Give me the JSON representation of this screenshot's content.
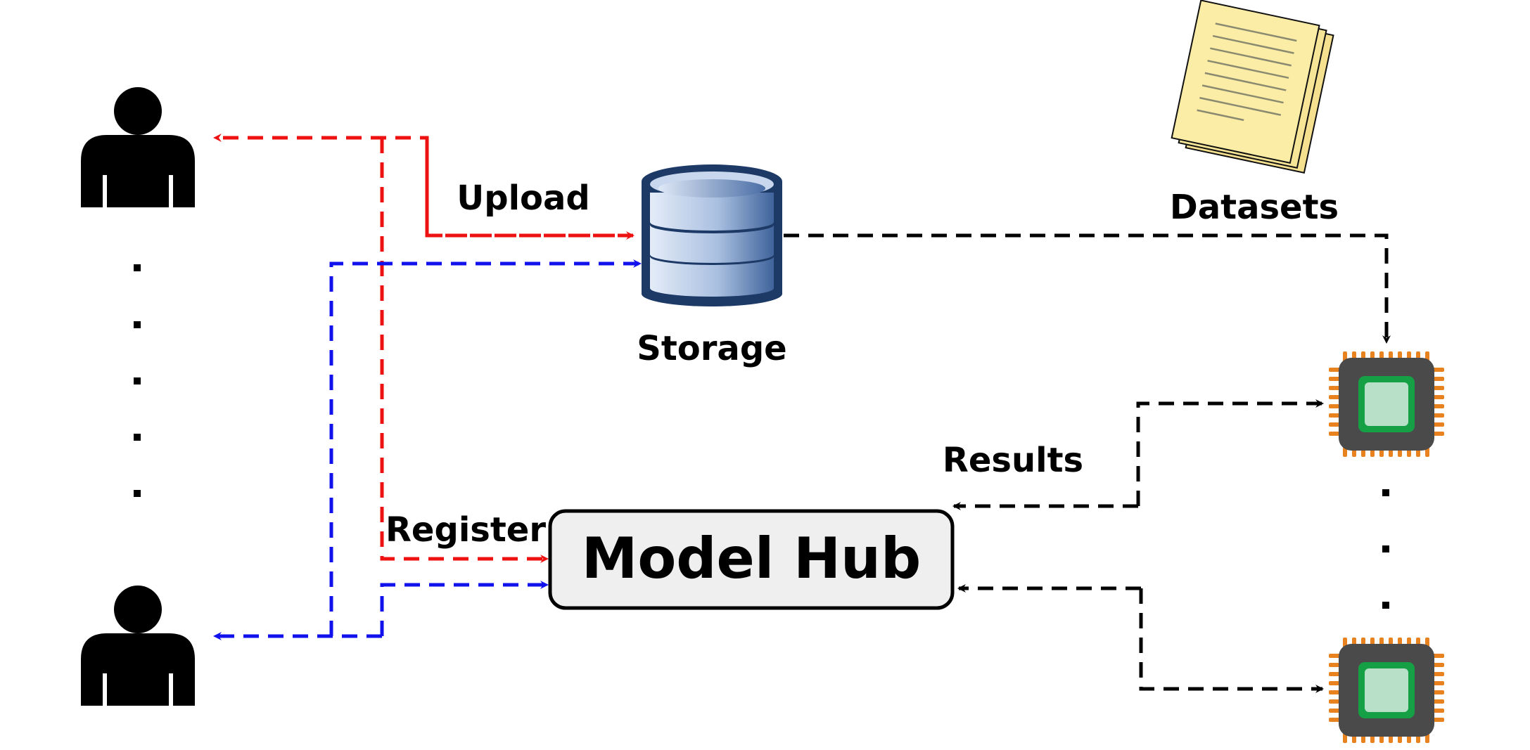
{
  "labels": {
    "upload": "Upload",
    "storage": "Storage",
    "datasets": "Datasets",
    "results": "Results",
    "register": "Register",
    "model_hub": "Model Hub"
  },
  "colors": {
    "upload_flow": "#ee1111",
    "download_flow": "#1111ee",
    "compute_flow": "#000000",
    "storage_fill": "#b7c9e6",
    "storage_outline": "#1d3a66",
    "document_fill": "#fbeda6",
    "chip_body": "#4a4a4a",
    "chip_pins": "#e8821e",
    "chip_core": "#16a045",
    "model_hub_fill": "#efefef"
  },
  "icons": [
    "user-icon",
    "database-icon",
    "documents-icon",
    "chip-icon"
  ]
}
